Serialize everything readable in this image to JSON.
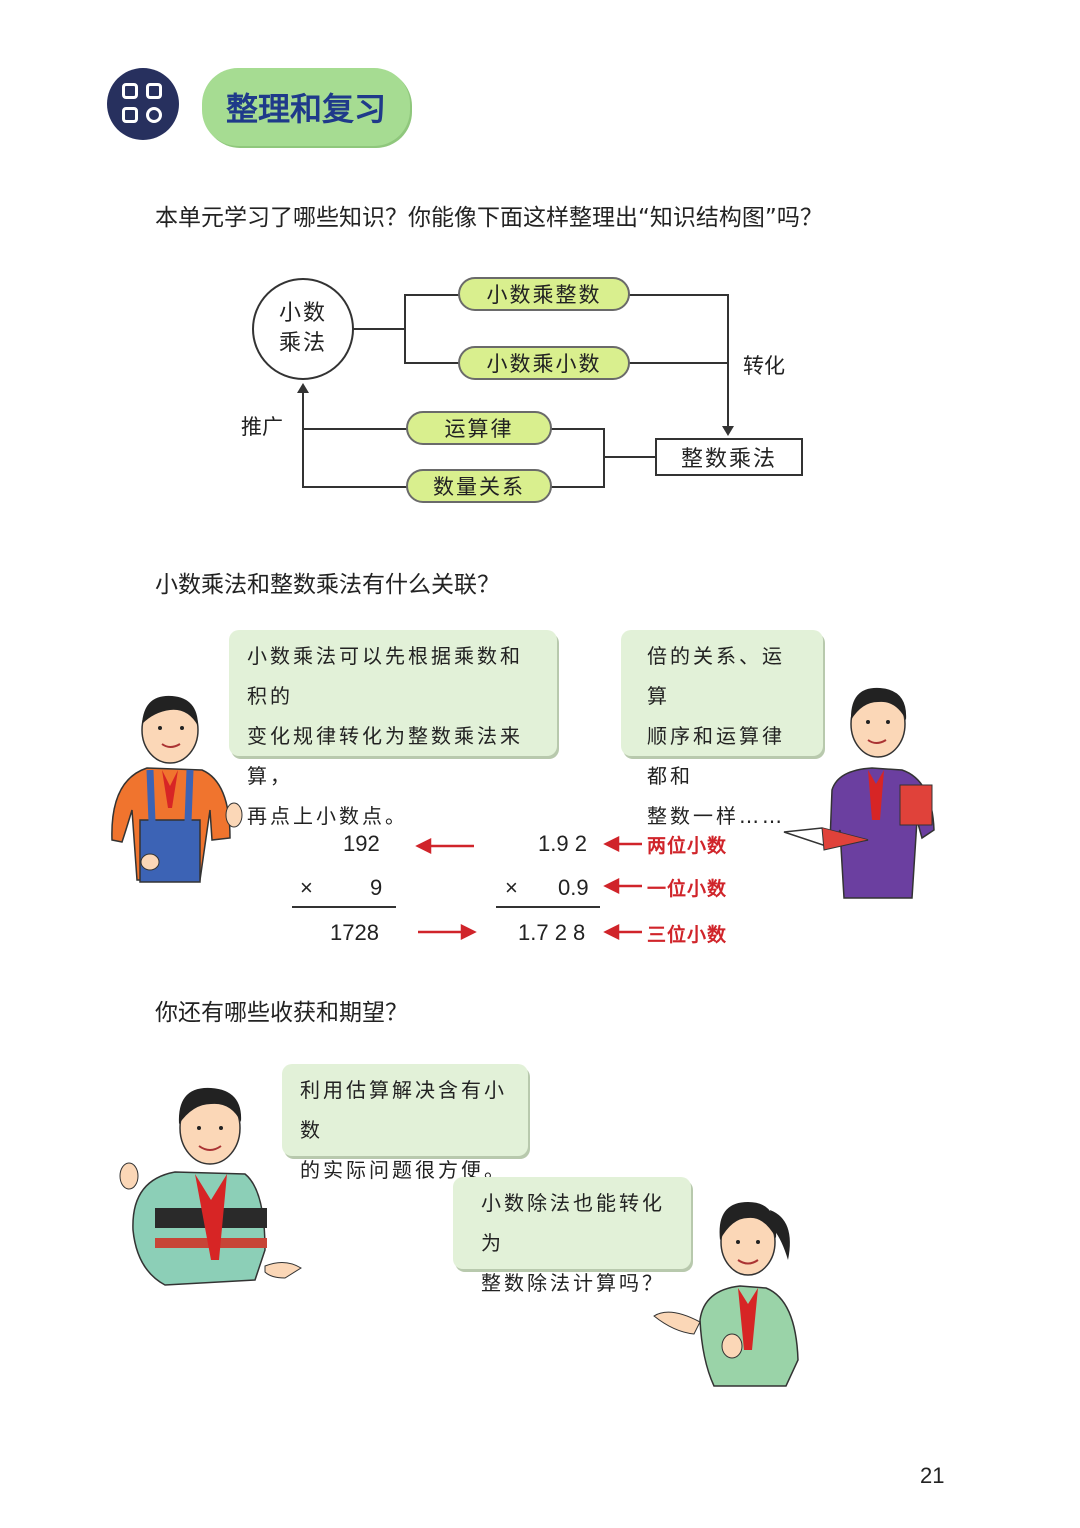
{
  "header": {
    "title": "整理和复习",
    "icon": "grid-icon"
  },
  "section1": {
    "question": "本单元学习了哪些知识？你能像下面这样整理出“知识结构图”吗？"
  },
  "diagram": {
    "center": [
      "小数",
      "乘法"
    ],
    "pill1": "小数乘整数",
    "pill2": "小数乘小数",
    "pill3": "运算律",
    "pill4": "数量关系",
    "box": "整数乘法",
    "label_transform": "转化",
    "label_generalize": "推广"
  },
  "section2": {
    "question": "小数乘法和整数乘法有什么关联？"
  },
  "bubbles": {
    "b1": [
      "小数乘法可以先根据乘数和积的",
      "变化规律转化为整数乘法来算，",
      "再点上小数点。"
    ],
    "b2": [
      "倍的关系、运算",
      "顺序和运算律都和",
      "整数一样……"
    ],
    "b3": [
      "利用估算解决含有小数",
      "的实际问题很方便。"
    ],
    "b4": [
      "小数除法也能转化为",
      "整数除法计算吗？"
    ]
  },
  "calc_left": {
    "top": "192",
    "times": "×",
    "mult": "9",
    "result": "1728"
  },
  "calc_right": {
    "top": "1.9 2",
    "times": "×",
    "mult": "0.9",
    "result": "1.7 2 8"
  },
  "annotations": {
    "a1": "两位小数",
    "a2": "一位小数",
    "a3": "三位小数"
  },
  "section3": {
    "question": "你还有哪些收获和期望？"
  },
  "page_number": "21",
  "colors": {
    "pill": "#d9ef8e",
    "bubble": "#e2f1d8",
    "title_pill": "#a6dc92",
    "accent_red": "#d0242a",
    "navy": "#27305e"
  }
}
